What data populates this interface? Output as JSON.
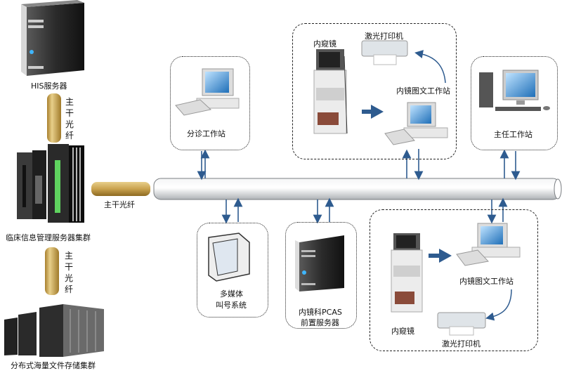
{
  "title": "内镜中心信息系统网络拓扑",
  "nodes": {
    "his_server": "HIS服务器",
    "cluster": "临床信息管理服务器集群",
    "storage": "分布式海量文件存储集群",
    "triage": "分诊工作站",
    "director": "主任工作站",
    "multimedia_line1": "多媒体",
    "multimedia_line2": "叫号系统",
    "pacs_line1": "内镜科PCAS",
    "pacs_line2": "前置服务器"
  },
  "endoscopy_room_top": {
    "endoscope": "内窥镜",
    "printer": "激光打印机",
    "workstation": "内镜图文工作站"
  },
  "endoscopy_room_bottom": {
    "endoscope": "内窥镜",
    "printer": "激光打印机",
    "workstation": "内镜图文工作站"
  },
  "links": {
    "fiber_top": [
      "主",
      "干",
      "光",
      "纤"
    ],
    "fiber_bottom": [
      "主",
      "干",
      "光",
      "纤"
    ],
    "fiber_horizontal": "主干光纤"
  },
  "colors": {
    "arrow": "#2e5b8f",
    "fiber": "#c9a24e",
    "bus": "#d9dcdf"
  }
}
